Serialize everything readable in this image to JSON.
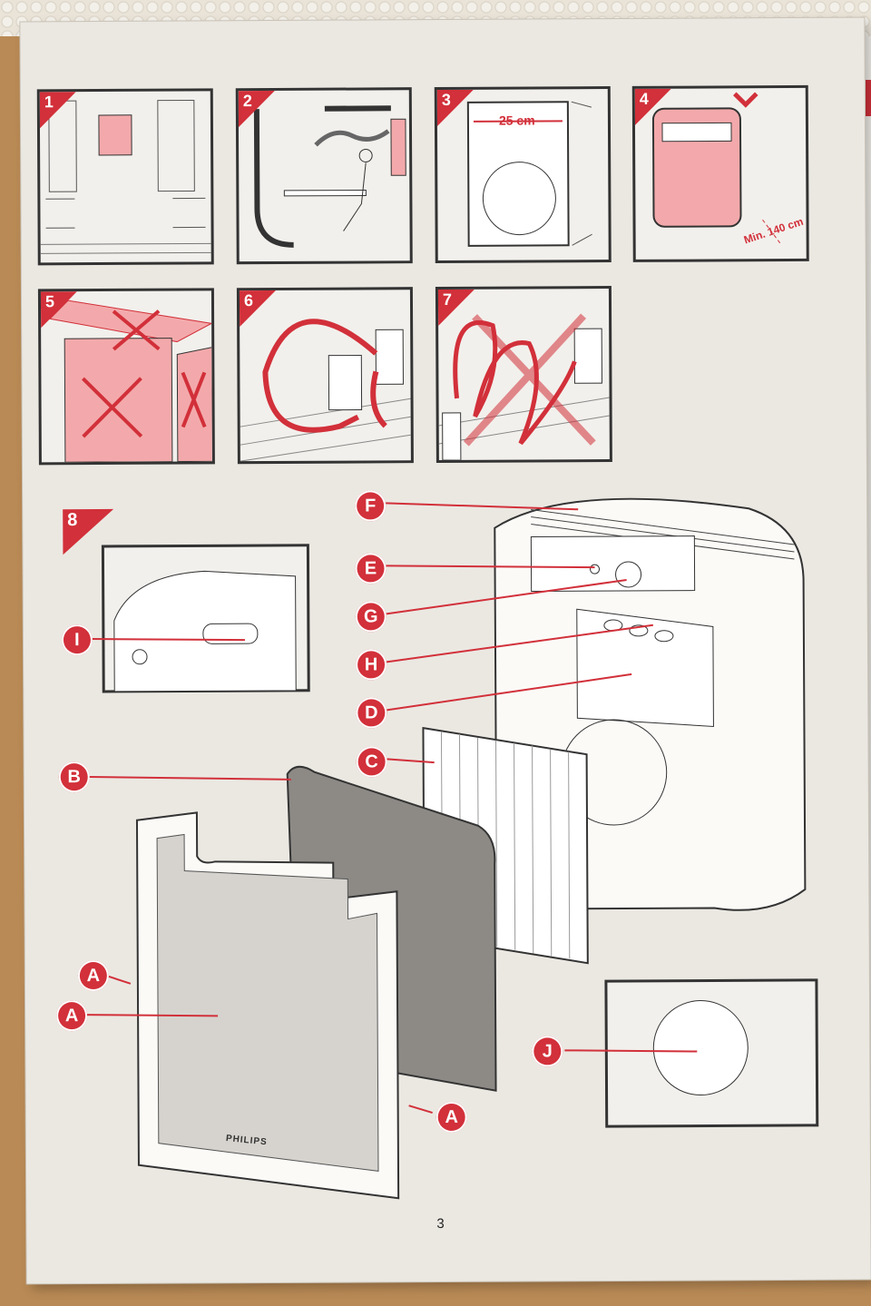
{
  "panels": [
    {
      "number": "1"
    },
    {
      "number": "2"
    },
    {
      "number": "3",
      "dimension": "25 cm"
    },
    {
      "number": "4",
      "dimension": "Min. 140 cm"
    },
    {
      "number": "5"
    },
    {
      "number": "6"
    },
    {
      "number": "7"
    }
  ],
  "exploded_view": {
    "number": "8",
    "callouts": [
      "F",
      "E",
      "G",
      "H",
      "D",
      "C",
      "B",
      "I",
      "A",
      "A",
      "A",
      "J"
    ],
    "brand": "PHILIPS"
  },
  "page_number": "3",
  "colors": {
    "accent": "#d2303a",
    "paper": "#ebe8e2",
    "ink": "#333333",
    "pink": "#f3a9ab"
  }
}
